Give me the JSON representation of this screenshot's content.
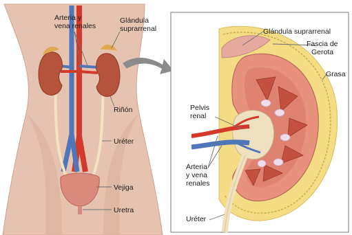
{
  "labels": {
    "arteria_vena_renales_left_1": "Arteria y",
    "arteria_vena_renales_left_2": "vena renales",
    "glandula_suprarrenal_left_1": "Glándula",
    "glandula_suprarrenal_left_2": "suprarrenal",
    "rinon": "Riñón",
    "ureter_left": "Uréter",
    "vejiga": "Vejiga",
    "uretra": "Uretra",
    "glandula_suprarrenal_right": "Glándula suprarrenal",
    "fascia_1": "Fascia de",
    "fascia_2": "Gerota",
    "grasa": "Grasa",
    "pelvis_1": "Pelvis",
    "pelvis_2": "renal",
    "arteria_vena_right_1": "Arteria",
    "arteria_vena_right_2": "y vena",
    "arteria_vena_right_3": "renales",
    "ureter_right": "Uréter"
  },
  "colors": {
    "skin": "#e6c3b0",
    "skin_shadow": "#d4a994",
    "kidney": "#b5533c",
    "cortex": "#e8917d",
    "fat": "#f3dc84",
    "artery": "#d33a2c",
    "vein": "#4f76b8",
    "pelvis": "#efe0c0",
    "callout": "#6f6f6f"
  }
}
